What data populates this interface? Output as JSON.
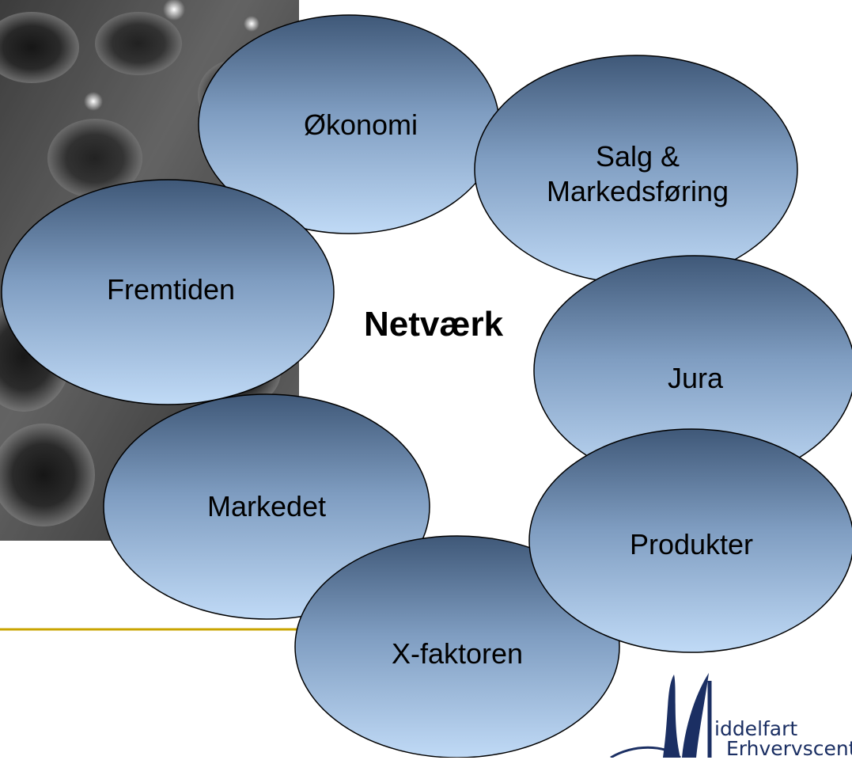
{
  "diagram": {
    "center_label": "Netværk",
    "nodes": [
      {
        "id": "okonomi",
        "label": "Økonomi"
      },
      {
        "id": "fremtiden",
        "label": "Fremtiden"
      },
      {
        "id": "markedet",
        "label": "Markedet"
      },
      {
        "id": "x-faktoren",
        "label": "X-faktoren"
      },
      {
        "id": "produkter",
        "label": "Produkter"
      },
      {
        "id": "jura",
        "label": "Jura"
      },
      {
        "id": "salg",
        "label": "Salg &\nMarkedsføring"
      }
    ]
  },
  "logo": {
    "line1": "iddelfart",
    "line2": "Erhvervscent",
    "color": "#1b2f63"
  },
  "colors": {
    "oval_top": "#3d5777",
    "oval_bottom": "#b9d4f3",
    "accent_line": "#c9a400"
  }
}
